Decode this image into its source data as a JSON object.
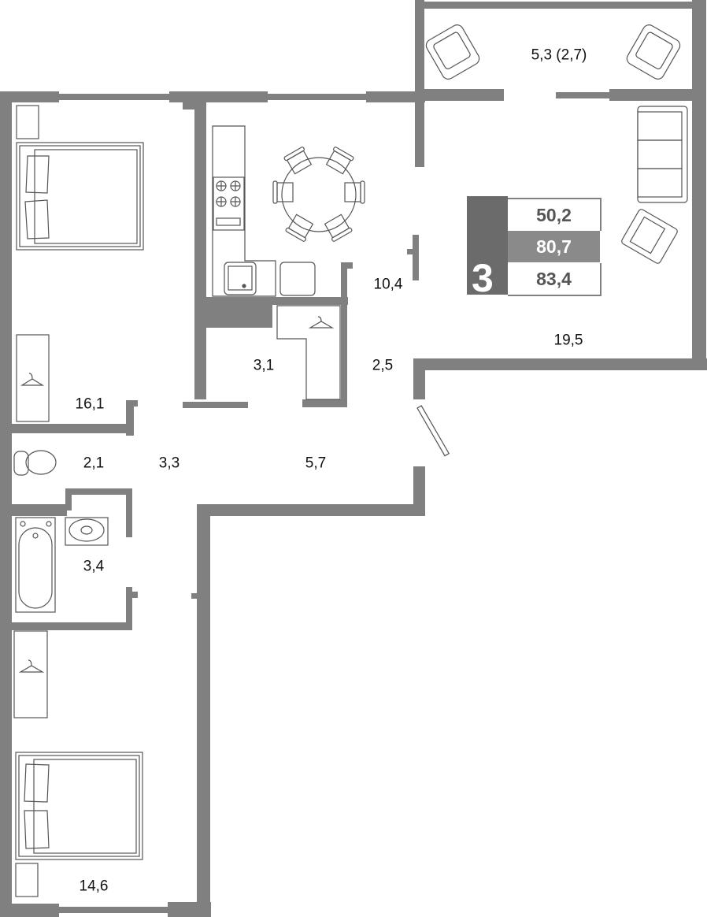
{
  "plan": {
    "type": "apartment-floor-plan",
    "wall_color": "#808080",
    "furniture_stroke": "#555555"
  },
  "badge": {
    "rooms": "3",
    "living_area": "50,2",
    "total_area": "80,7",
    "total_area_with_balcony": "83,4",
    "dark_color": "#6b6b6b",
    "mid_color": "#8a8a8a"
  },
  "rooms": [
    {
      "id": "balcony",
      "label": "5,3 (2,7)"
    },
    {
      "id": "kitchen",
      "label": "10,4"
    },
    {
      "id": "living-room",
      "label": "19,5"
    },
    {
      "id": "bedroom-1",
      "label": "16,1"
    },
    {
      "id": "storage",
      "label": "3,1"
    },
    {
      "id": "wardrobe",
      "label": "2,5"
    },
    {
      "id": "toilet",
      "label": "2,1"
    },
    {
      "id": "corridor",
      "label": "3,3"
    },
    {
      "id": "hall",
      "label": "5,7"
    },
    {
      "id": "bathroom",
      "label": "3,4"
    },
    {
      "id": "bedroom-2",
      "label": "14,6"
    }
  ]
}
